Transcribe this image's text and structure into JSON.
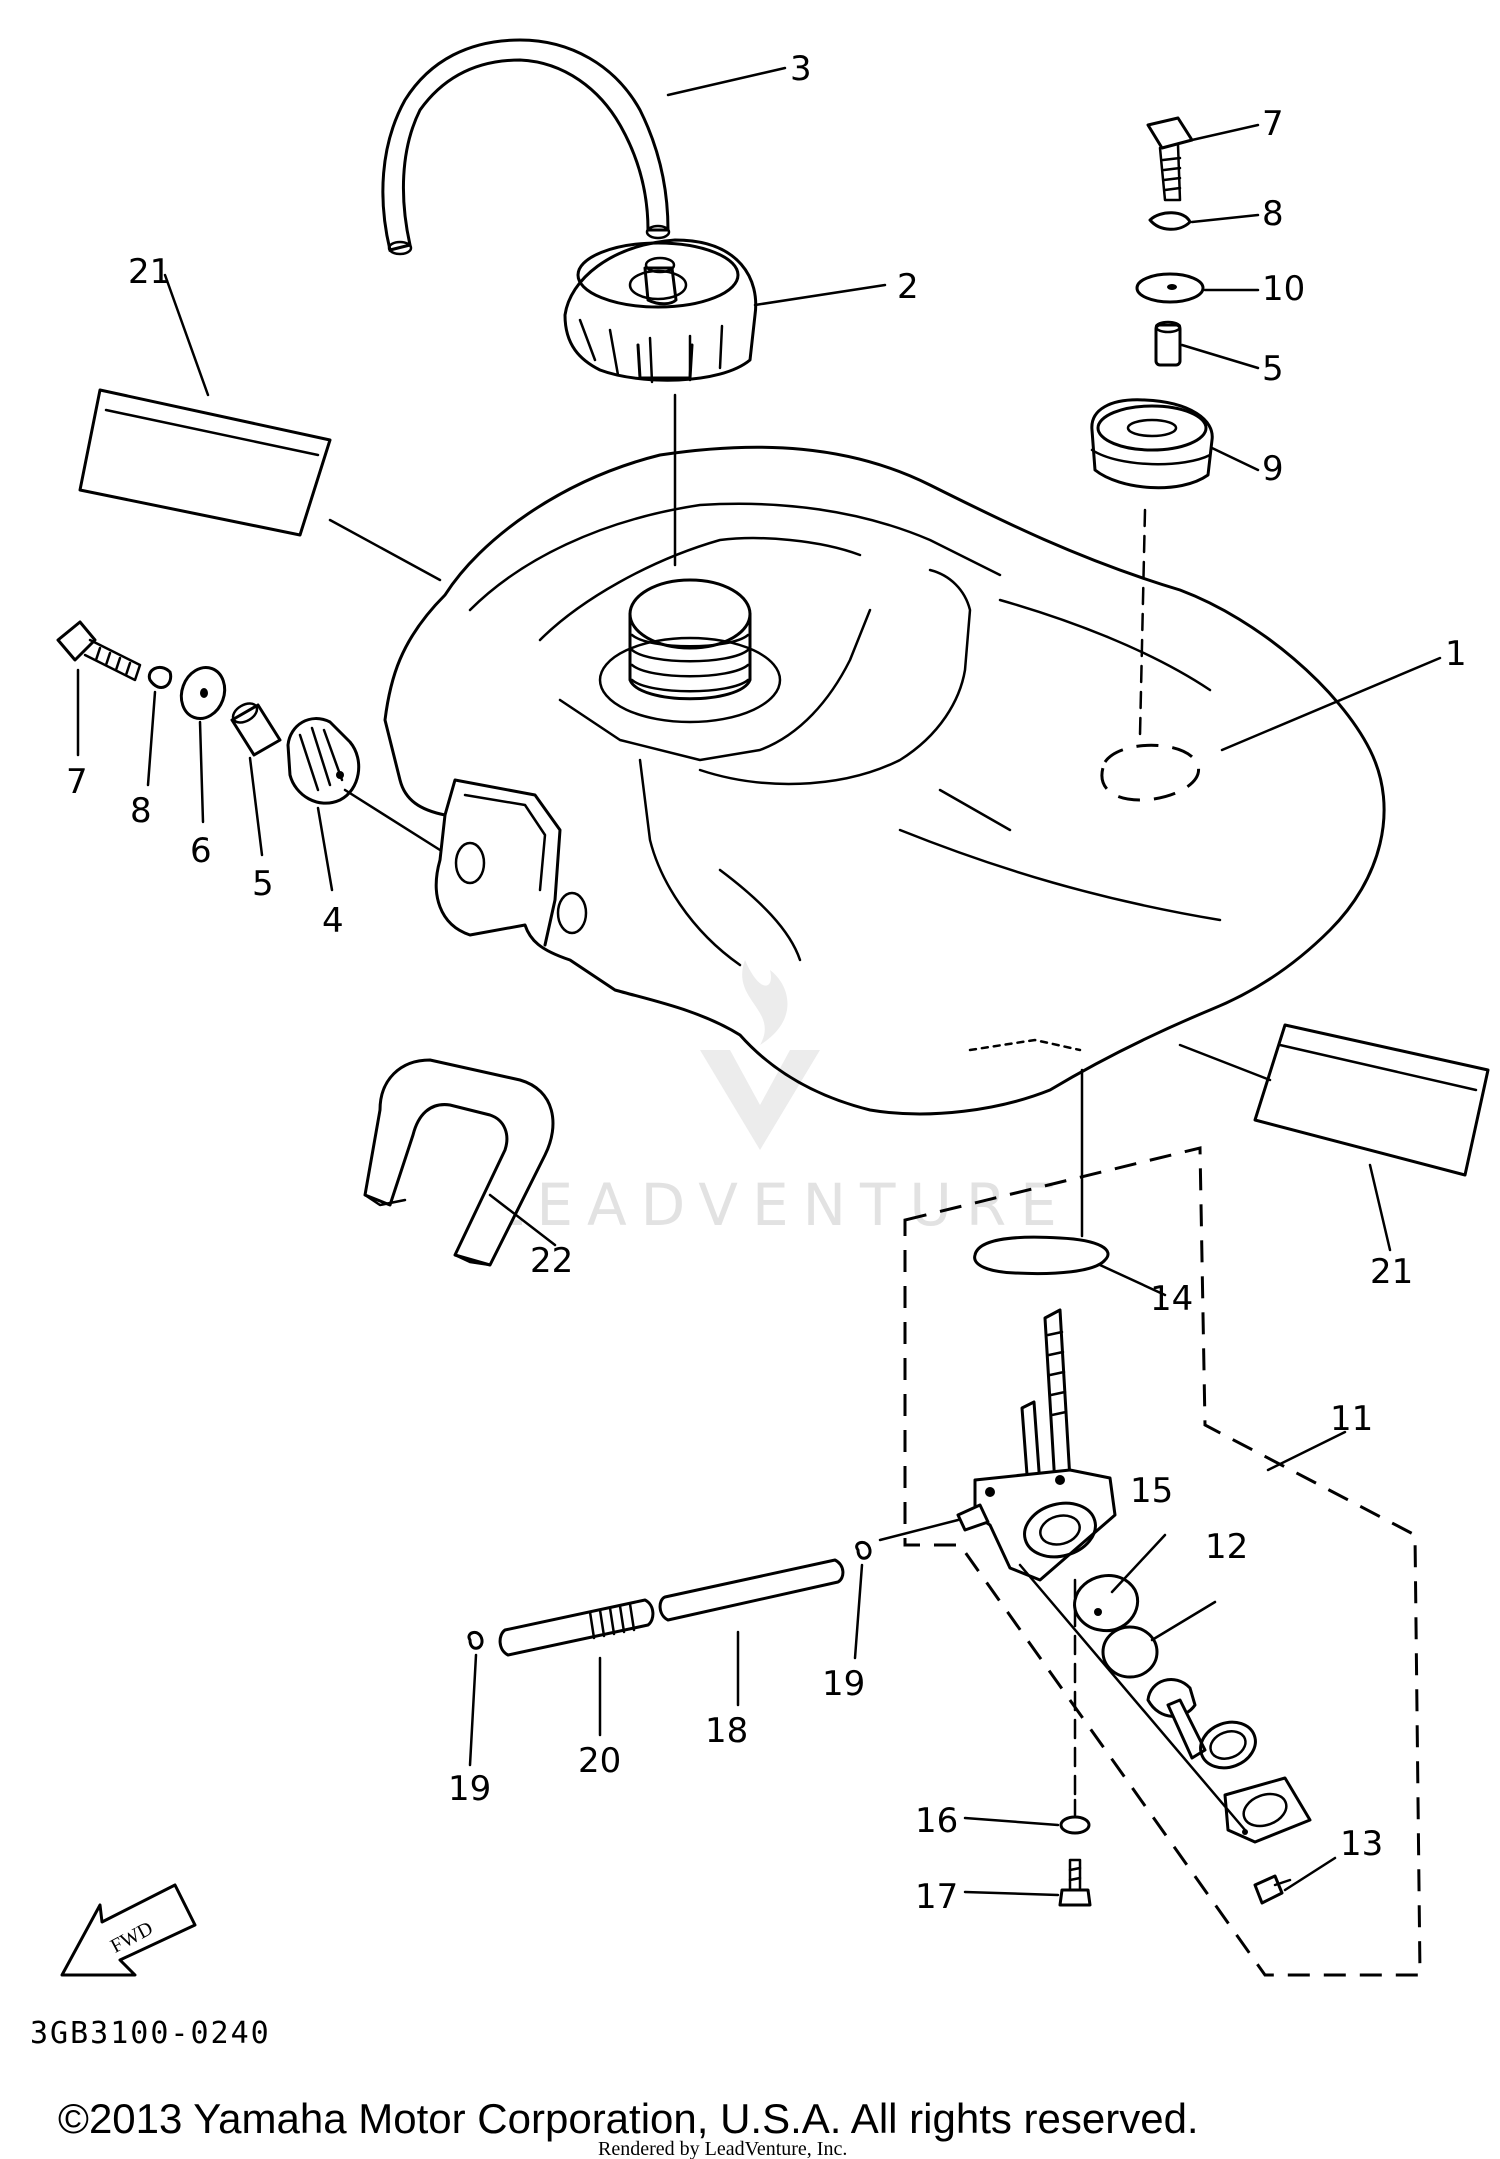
{
  "diagram": {
    "code": "3GB3100-0240",
    "copyright": "©2013 Yamaha Motor Corporation, U.S.A. All rights reserved.",
    "rendered_by": "Rendered by LeadVenture, Inc.",
    "watermark": "LEADVENTURE",
    "fwd_label": "FWD",
    "callouts": {
      "c1": "1",
      "c2": "2",
      "c3": "3",
      "c4": "4",
      "c5a": "5",
      "c5b": "5",
      "c6": "6",
      "c7a": "7",
      "c7b": "7",
      "c8a": "8",
      "c8b": "8",
      "c9": "9",
      "c10": "10",
      "c11": "11",
      "c12": "12",
      "c13": "13",
      "c14": "14",
      "c15": "15",
      "c16": "16",
      "c17": "17",
      "c18": "18",
      "c19a": "19",
      "c19b": "19",
      "c20": "20",
      "c21a": "21",
      "c21b": "21",
      "c22": "22"
    }
  }
}
